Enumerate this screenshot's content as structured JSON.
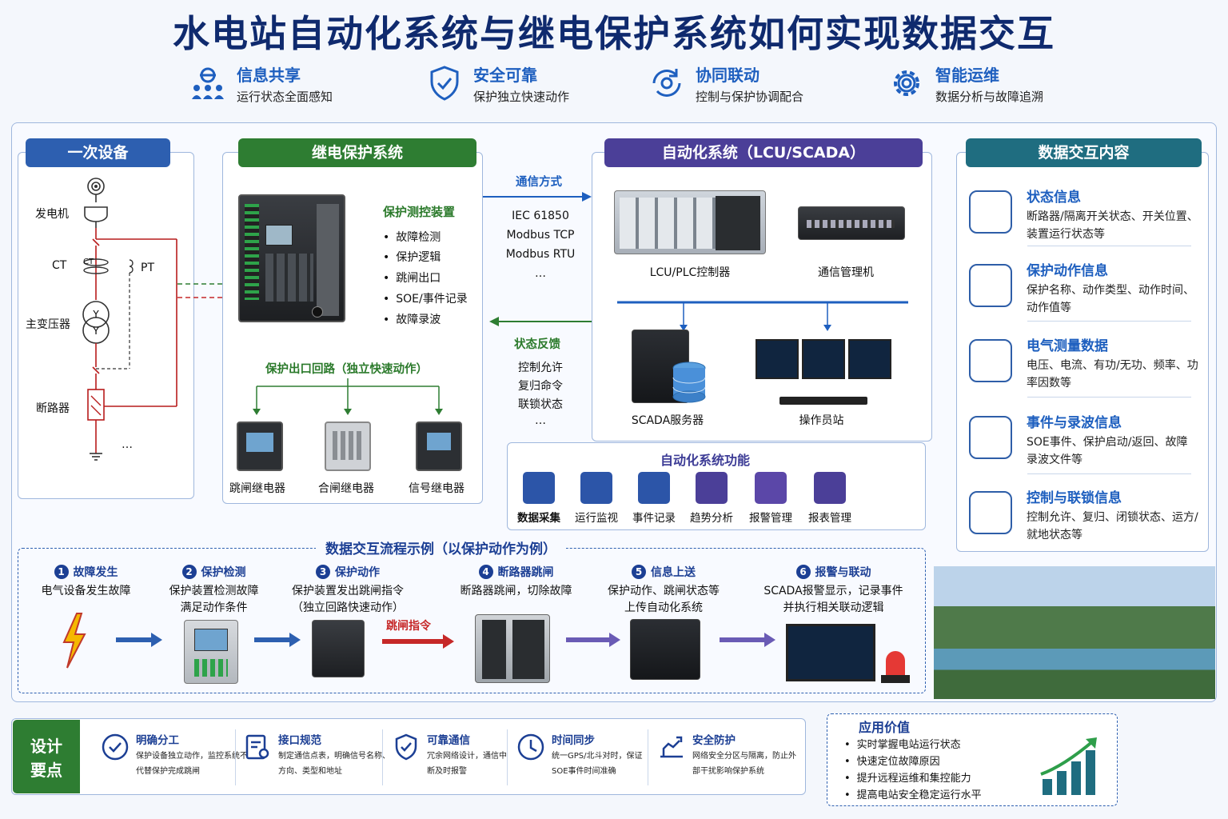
{
  "title": "水电站自动化系统与继电保护系统如何实现数据交互",
  "features": [
    {
      "title": "信息共享",
      "desc": "运行状态全面感知",
      "icon": "people-share-icon"
    },
    {
      "title": "安全可靠",
      "desc": "保护独立快速动作",
      "icon": "shield-check-icon"
    },
    {
      "title": "协同联动",
      "desc": "控制与保护协调配合",
      "icon": "sync-gear-icon"
    },
    {
      "title": "智能运维",
      "desc": "数据分析与故障追溯",
      "icon": "gear-icon"
    }
  ],
  "primary": {
    "header": "一次设备",
    "labels": {
      "generator": "发电机",
      "ct_left": "CT",
      "ct_small": "CT",
      "pt": "PT",
      "transformer": "主变压器",
      "breaker": "断路器",
      "more": "…"
    }
  },
  "relay": {
    "header": "继电保护系统",
    "device_title": "保护测控装置",
    "functions": [
      "故障检测",
      "保护逻辑",
      "跳闸出口",
      "SOE/事件记录",
      "故障录波"
    ],
    "outlet_title": "保护出口回路（独立快速动作）",
    "relays": [
      "跳闸继电器",
      "合闸继电器",
      "信号继电器"
    ]
  },
  "comm": {
    "title": "通信方式",
    "protocols": [
      "IEC 61850",
      "Modbus TCP",
      "Modbus RTU",
      "…"
    ],
    "feedback_title": "状态反馈",
    "feedback": [
      "控制允许",
      "复归命令",
      "联锁状态",
      "…"
    ]
  },
  "automation": {
    "header": "自动化系统（LCU/SCADA）",
    "lcu": "LCU/PLC控制器",
    "comm_manager": "通信管理机",
    "scada": "SCADA服务器",
    "operator": "操作员站",
    "functions_title": "自动化系统功能",
    "functions": [
      "数据采集",
      "运行监视",
      "事件记录",
      "趋势分析",
      "报警管理",
      "报表管理"
    ]
  },
  "exchange": {
    "header": "数据交互内容",
    "items": [
      {
        "title": "状态信息",
        "desc": "断路器/隔离开关状态、开关位置、装置运行状态等",
        "icon": "document-grid-icon"
      },
      {
        "title": "保护动作信息",
        "desc": "保护名称、动作类型、动作时间、动作值等",
        "icon": "alarm-clock-icon"
      },
      {
        "title": "电气测量数据",
        "desc": "电压、电流、有功/无功、频率、功率因数等",
        "icon": "chart-monitor-icon"
      },
      {
        "title": "事件与录波信息",
        "desc": "SOE事件、保护启动/返回、故障录波文件等",
        "icon": "clipboard-chart-icon"
      },
      {
        "title": "控制与联锁信息",
        "desc": "控制允许、复归、闭锁状态、运方/就地状态等",
        "icon": "gear-icon"
      }
    ]
  },
  "flow": {
    "title": "数据交互流程示例（以保护动作为例）",
    "trip_label": "跳闸指令",
    "steps": [
      {
        "num": "1",
        "title": "故障发生",
        "desc": [
          "电气设备发生故障"
        ]
      },
      {
        "num": "2",
        "title": "保护检测",
        "desc": [
          "保护装置检测故障",
          "满足动作条件"
        ]
      },
      {
        "num": "3",
        "title": "保护动作",
        "desc": [
          "保护装置发出跳闸指令",
          "（独立回路快速动作）"
        ]
      },
      {
        "num": "4",
        "title": "断路器跳闸",
        "desc": [
          "断路器跳闸，切除故障"
        ]
      },
      {
        "num": "5",
        "title": "信息上送",
        "desc": [
          "保护动作、跳闸状态等",
          "上传自动化系统"
        ]
      },
      {
        "num": "6",
        "title": "报警与联动",
        "desc": [
          "SCADA报警显示，记录事件",
          "并执行相关联动逻辑"
        ]
      }
    ]
  },
  "design": {
    "label": [
      "设计",
      "要点"
    ],
    "points": [
      {
        "title": "明确分工",
        "desc": "保护设备独立动作，监控系统不代替保护完成跳闸",
        "icon": "check-circle-icon"
      },
      {
        "title": "接口规范",
        "desc": "制定通信点表，明确信号名称、方向、类型和地址",
        "icon": "document-settings-icon"
      },
      {
        "title": "可靠通信",
        "desc": "冗余网络设计，通信中断及时报警",
        "icon": "shield-check-icon"
      },
      {
        "title": "时间同步",
        "desc": "统一GPS/北斗对时，保证SOE事件时间准确",
        "icon": "clock-icon"
      },
      {
        "title": "安全防护",
        "desc": "网络安全分区与隔离，防止外部干扰影响保护系统",
        "icon": "network-security-icon"
      }
    ]
  },
  "value": {
    "title": "应用价值",
    "items": [
      "实时掌握电站运行状态",
      "快速定位故障原因",
      "提升远程运维和集控能力",
      "提高电站安全稳定运行水平"
    ]
  },
  "colors": {
    "blue_header": "#2d5fb0",
    "green_header": "#2e7d32",
    "purple_header": "#4b3f98",
    "teal_header": "#1f6d80",
    "accent_red": "#c62828"
  }
}
